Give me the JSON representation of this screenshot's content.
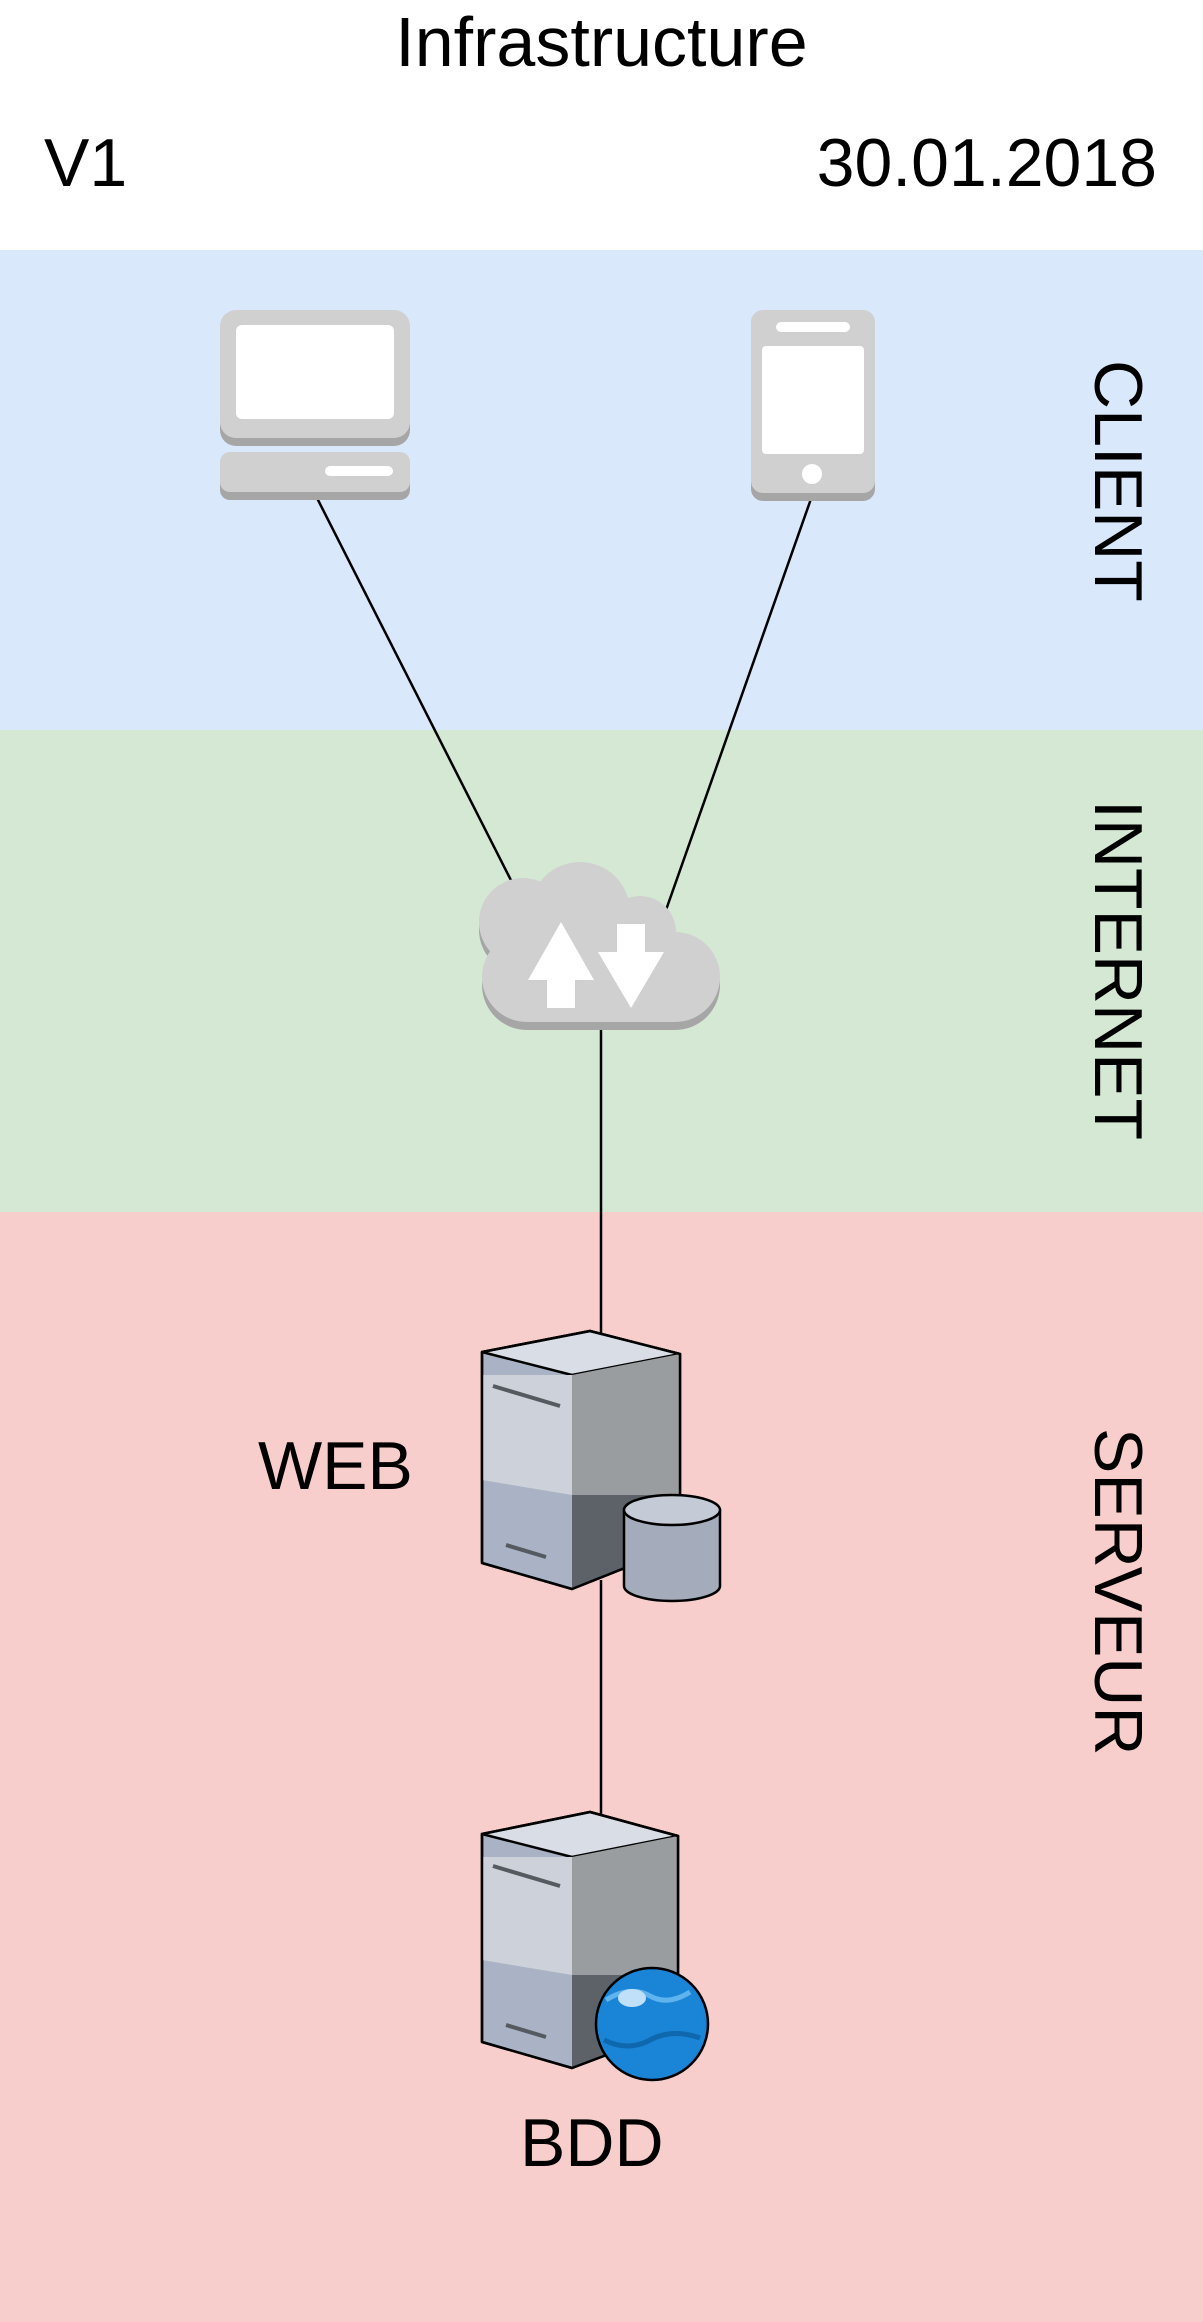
{
  "diagram": {
    "title": "Infrastructure",
    "version": "V1",
    "date": "30.01.2018"
  },
  "zones": {
    "client": "CLIENT",
    "internet": "INTERNET",
    "server": "SERVEUR"
  },
  "nodes": {
    "desktop": "desktop-computer-icon",
    "phone": "mobile-phone-icon",
    "cloud": "internet-cloud-icon",
    "web_server": {
      "label": "WEB",
      "icon": "web-server-icon"
    },
    "db_server": {
      "label": "BDD",
      "icon": "database-server-icon"
    }
  },
  "colors": {
    "client_zone": "#dae8fc",
    "internet_zone": "#d5e8d4",
    "server_zone": "#f8cecc"
  }
}
